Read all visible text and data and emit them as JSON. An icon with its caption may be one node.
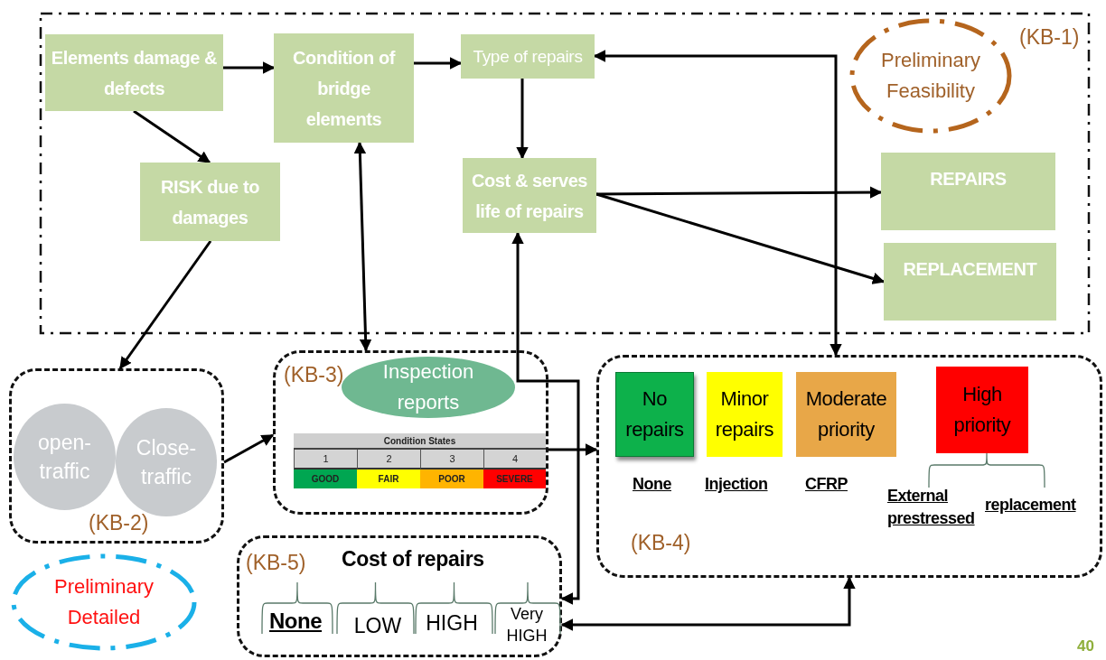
{
  "diagram": {
    "nodes": [
      {
        "text": [
          "(KB-1)"
        ]
      },
      {
        "text": [
          "Elements damage & defects"
        ],
        "in": 0
      },
      {
        "text": [
          "Condition of bridge elements"
        ],
        "in": 0
      },
      {
        "text": [
          "Type of repairs"
        ],
        "in": 0
      },
      {
        "text": [
          "RISK due to damages"
        ],
        "in": 0
      },
      {
        "text": [
          "Cost & serves life of repairs"
        ],
        "in": 0
      },
      {
        "text": [
          "Preliminary Feasibility"
        ],
        "in": 0
      },
      {
        "text": [
          "REPAIRS"
        ],
        "in": 0
      },
      {
        "text": [
          "REPLACEMENT"
        ],
        "in": 0
      },
      {
        "text": [
          "(KB-2)"
        ]
      },
      {
        "text": [
          "open-traffic"
        ],
        "in": 9
      },
      {
        "text": [
          "Close-traffic"
        ],
        "in": 9
      },
      {
        "text": [
          "(KB-3)"
        ]
      },
      {
        "text": [
          "Inspection reports"
        ],
        "in": 12
      },
      {
        "text": [
          "(KB-4)"
        ]
      },
      {
        "text": [
          "No repairs"
        ],
        "in": 14
      },
      {
        "text": [
          "Minor repairs"
        ],
        "in": 14
      },
      {
        "text": [
          "Moderate priority"
        ],
        "in": 14
      },
      {
        "text": [
          "High priority"
        ],
        "in": 14
      },
      {
        "text": [
          "(KB-5)",
          "Cost of repairs"
        ]
      },
      {
        "text": [
          "Preliminary Detailed"
        ]
      }
    ],
    "edges": [
      {
        "from": 1,
        "to": 2,
        "arrow": "to"
      },
      {
        "from": 2,
        "to": 3,
        "arrow": "to"
      },
      {
        "from": 3,
        "to": 5,
        "arrow": "to"
      },
      {
        "from": 1,
        "to": 4,
        "arrow": "to"
      },
      {
        "from": 4,
        "to": 9,
        "arrow": "to"
      },
      {
        "from": 2,
        "to": 12,
        "arrow": "both"
      },
      {
        "from": 5,
        "to": 19,
        "arrow": "both"
      },
      {
        "from": 19,
        "to": 14,
        "arrow": "both"
      },
      {
        "from": 3,
        "to": 14,
        "arrow": "both"
      },
      {
        "from": 5,
        "to": 7,
        "arrow": "to"
      },
      {
        "from": 5,
        "to": 8,
        "arrow": "to"
      },
      {
        "from": 9,
        "to": 12,
        "arrow": "to"
      },
      {
        "from": 12,
        "to": 14,
        "arrow": "to"
      }
    ],
    "labels": [
      "Condition States",
      "1",
      "2",
      "3",
      "4",
      "GOOD",
      "FAIR",
      "POOR",
      "SEVERE",
      "None",
      "Injection",
      "CFRP",
      "External prestressed",
      "replacement",
      "None",
      "LOW",
      "HIGH",
      "Very HIGH",
      "40"
    ]
  }
}
